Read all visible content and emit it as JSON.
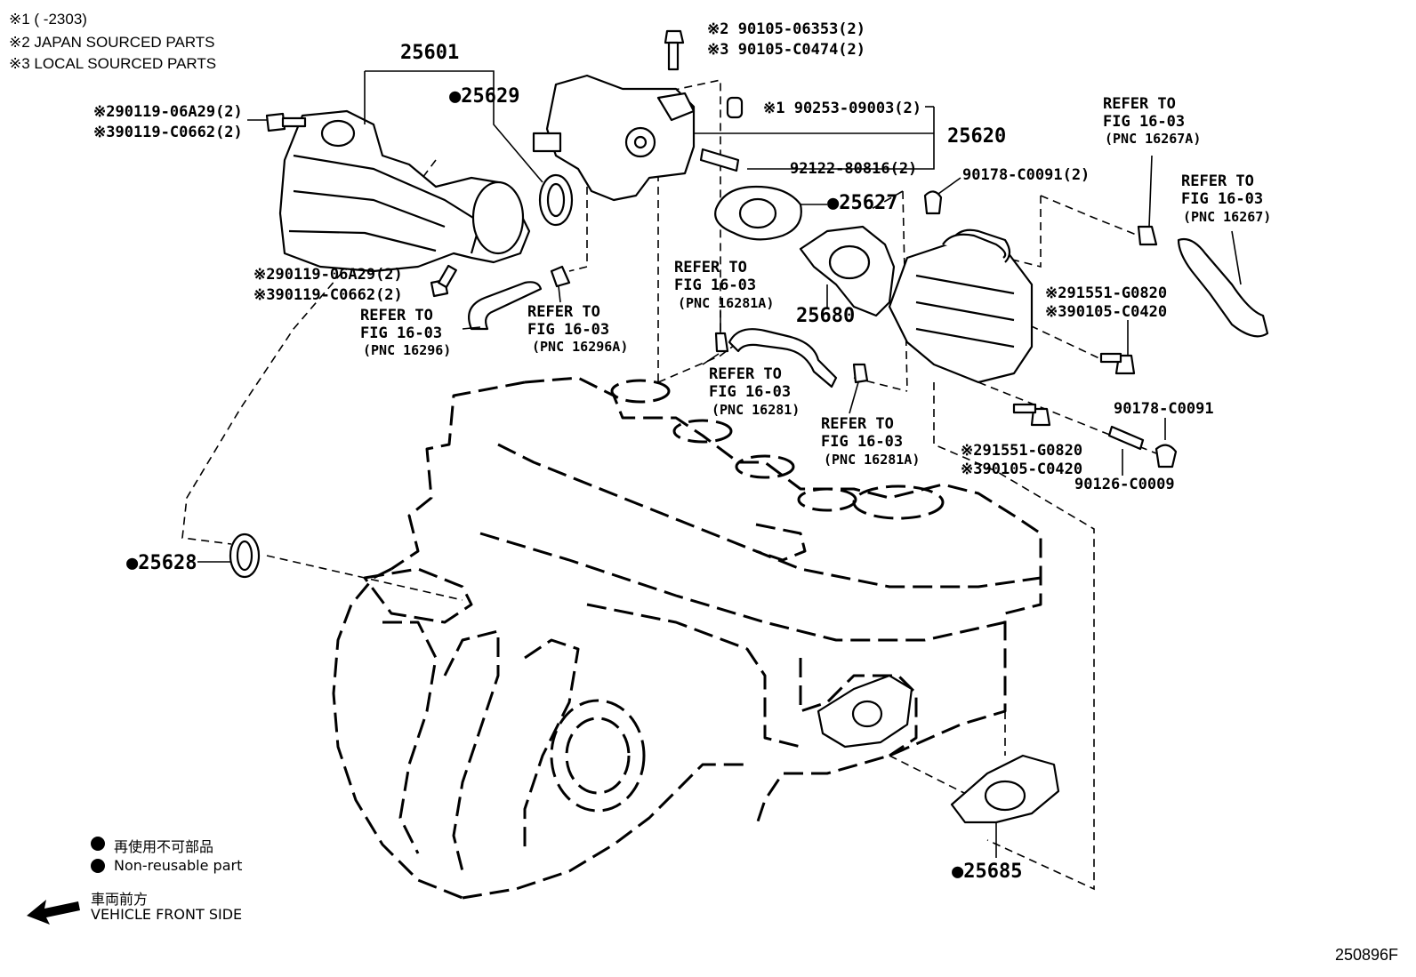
{
  "notes": {
    "note1": "※1 (      -2303)",
    "note2": "※2 JAPAN SOURCED PARTS",
    "note3": "※3 LOCAL SOURCED PARTS"
  },
  "callouts": {
    "p25601": "25601",
    "p25629": "●25629",
    "p25620": "25620",
    "p25627": "●25627",
    "p25680": "25680",
    "p25628": "●25628",
    "p25685": "●25685",
    "bolt_top_j": "※2 90105-06353(2)",
    "bolt_top_l": "※3 90105-C0474(2)",
    "bolt_left_j": "※290119-06A29(2)",
    "bolt_left_l": "※390119-C0662(2)",
    "bolt_mid_j": "※290119-06A29(2)",
    "bolt_mid_l": "※390119-C0662(2)",
    "pin_90253": "※1 90253-09003(2)",
    "stud_92122": "92122-80816(2)",
    "nut_90178_2": "90178-C0091(2)",
    "bolt_r_j": "※291551-G0820",
    "bolt_r_l": "※390105-C0420",
    "bolt_b_j": "※291551-G0820",
    "bolt_b_l": "※390105-C0420",
    "nut_90178": "90178-C0091",
    "stud_90126": "90126-C0009"
  },
  "refers": [
    {
      "line1": "REFER TO",
      "line2": "FIG 16-03",
      "line3": "(PNC 16296)"
    },
    {
      "line1": "REFER TO",
      "line2": "FIG 16-03",
      "line3": "(PNC 16296A)"
    },
    {
      "line1": "REFER TO",
      "line2": "FIG 16-03",
      "line3": "(PNC 16281A)"
    },
    {
      "line1": "REFER TO",
      "line2": "FIG 16-03",
      "line3": "(PNC 16281)"
    },
    {
      "line1": "REFER TO",
      "line2": "FIG 16-03",
      "line3": "(PNC 16281A)"
    },
    {
      "line1": "REFER TO",
      "line2": "FIG 16-03",
      "line3": "(PNC 16267A)"
    },
    {
      "line1": "REFER TO",
      "line2": "FIG 16-03",
      "line3": "(PNC 16267)"
    }
  ],
  "legend": {
    "nonreusable_jp": "再使用不可部品",
    "nonreusable_en": "Non-reusable part",
    "front_jp": "車両前方",
    "front_en": "VEHICLE FRONT SIDE"
  },
  "figure_id": "250896F"
}
